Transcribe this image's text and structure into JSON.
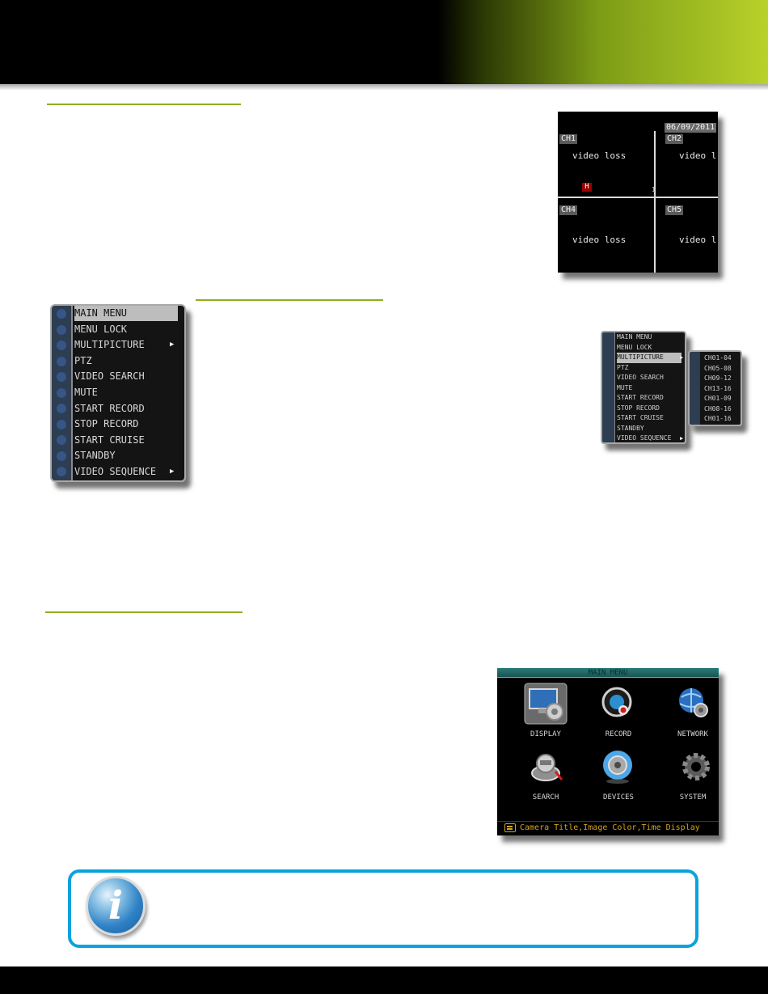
{
  "live_view": {
    "date": "06/09/2011",
    "channels": [
      {
        "label": "CH1",
        "status": "video loss"
      },
      {
        "label": "CH2",
        "status": "video l"
      },
      {
        "label": "CH4",
        "status": "video loss"
      },
      {
        "label": "CH5",
        "status": "video l"
      }
    ],
    "record_marker": "H",
    "channel_index": "1"
  },
  "popup_menu": {
    "items": [
      {
        "label": "MAIN MENU"
      },
      {
        "label": "MENU LOCK"
      },
      {
        "label": "MULTIPICTURE"
      },
      {
        "label": "PTZ"
      },
      {
        "label": "VIDEO SEARCH"
      },
      {
        "label": "MUTE"
      },
      {
        "label": "START RECORD"
      },
      {
        "label": "STOP RECORD"
      },
      {
        "label": "START CRUISE"
      },
      {
        "label": "STANDBY"
      },
      {
        "label": "VIDEO SEQUENCE"
      }
    ],
    "submenu_arrow": "▶"
  },
  "popup_menu_small": {
    "items": [
      {
        "label": "MAIN MENU"
      },
      {
        "label": "MENU LOCK"
      },
      {
        "label": "MULTIPICTURE"
      },
      {
        "label": "PTZ"
      },
      {
        "label": "VIDEO SEARCH"
      },
      {
        "label": "MUTE"
      },
      {
        "label": "START RECORD"
      },
      {
        "label": "STOP RECORD"
      },
      {
        "label": "START CRUISE"
      },
      {
        "label": "STANDBY"
      },
      {
        "label": "VIDEO SEQUENCE"
      }
    ],
    "submenu_items": [
      "CH01-04",
      "CH05-08",
      "CH09-12",
      "CH13-16",
      "CH01-09",
      "CH08-16",
      "CH01-16"
    ]
  },
  "main_menu": {
    "title": "MAIN MENU",
    "icons": [
      {
        "label": "DISPLAY"
      },
      {
        "label": "RECORD"
      },
      {
        "label": "NETWORK"
      },
      {
        "label": "SEARCH"
      },
      {
        "label": "DEVICES"
      },
      {
        "label": "SYSTEM"
      }
    ],
    "status": "Camera Title,Image Color,Time Display"
  },
  "colors": {
    "accent_green": "#8fae1f",
    "info_blue": "#0aa3dd",
    "status_amber": "#d4a21c",
    "menu_highlight": "#bdbdbd"
  }
}
